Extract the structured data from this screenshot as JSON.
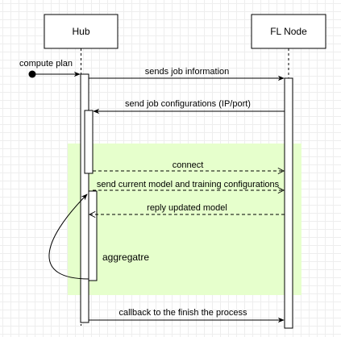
{
  "participants": {
    "hub": "Hub",
    "node": "FL Node"
  },
  "messages": {
    "compute_plan": "compute plan",
    "sends_job_information": "sends job information",
    "send_job_configurations": "send job configurations (IP/port)",
    "connect": "connect",
    "send_model": "send current model and training configurations",
    "reply_model": "reply updated model",
    "aggregate": "aggregatre",
    "callback": "callback to the finish the process"
  },
  "colors": {
    "highlight_fill": "#e6ffcc",
    "stroke": "#000000"
  }
}
